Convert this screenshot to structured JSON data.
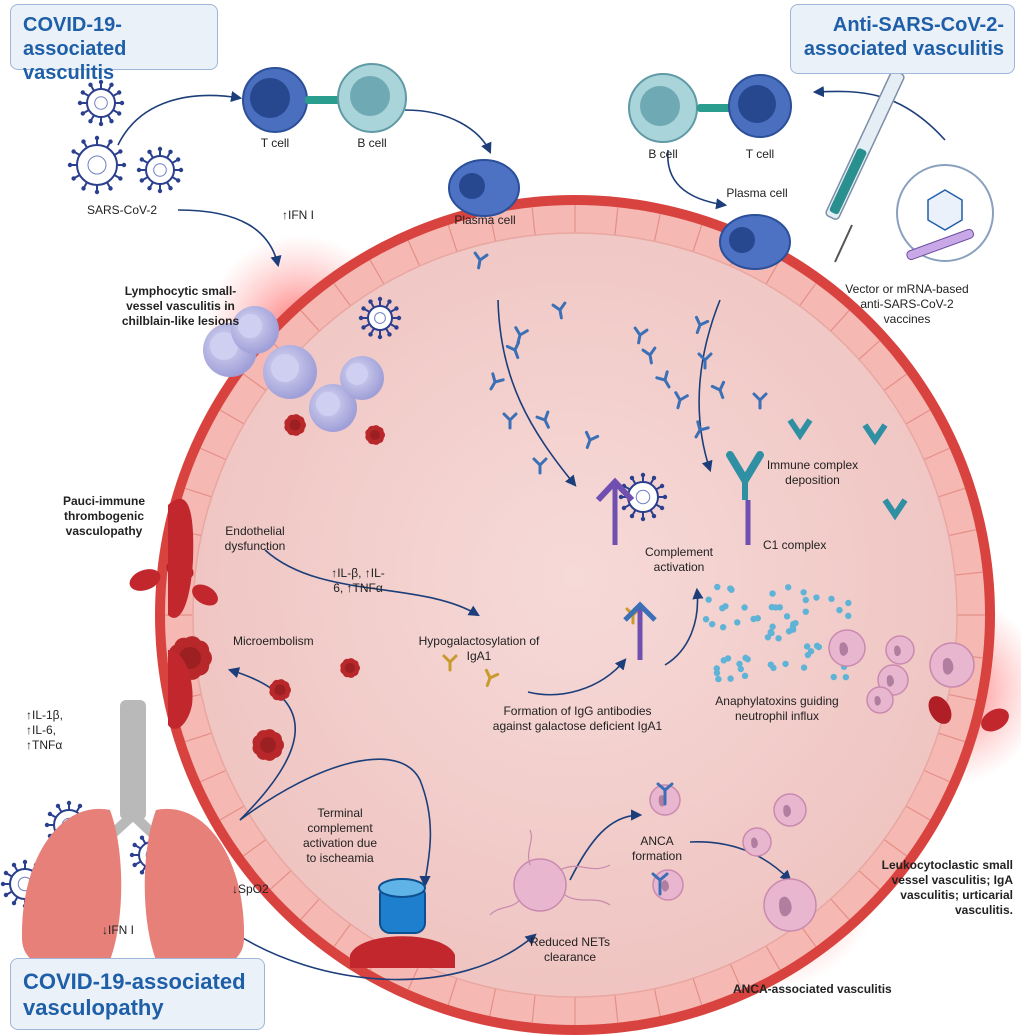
{
  "titles": {
    "covid_vasculitis": "COVID-19-associated vasculitis",
    "anti_sars_vasculitis": "Anti-SARS-CoV-2-associated vasculitis",
    "covid_vasculopathy": "COVID-19-associated vasculopathy"
  },
  "labels": {
    "t_cell_left": "T cell",
    "b_cell_left": "B cell",
    "sars_cov2": "SARS-CoV-2",
    "ifn_up": "↑IFN I",
    "plasma_cell_left": "Plasma cell",
    "b_cell_right": "B cell",
    "t_cell_right": "T cell",
    "plasma_cell_right": "Plasma cell",
    "vaccines": "Vector or mRNA-based anti-SARS-CoV-2 vaccines",
    "lymphocytic": "Lymphocytic small-vessel vasculitis in chilblain-like lesions",
    "pauci": "Pauci-immune thrombogenic vasculopathy",
    "endothelial": "Endothelial dysfunction",
    "cytokines_center": "↑IL-β, ↑IL-6, ↑TNFα",
    "hypogalactosylation": "Hypogalactosylation of IgA1",
    "complement_activation": "Complement activation",
    "immune_complex": "Immune complex deposition",
    "c1_complex": "C1 complex",
    "microembolism": "Microembolism",
    "formation_igg": "Formation of IgG antibodies against galactose deficient IgA1",
    "anaphylatoxins": "Anaphylatoxins guiding neutrophil influx",
    "cytokines_left": "↑IL-1β, ↑IL-6, ↑TNFα",
    "terminal_complement": "Terminal complement activation due to ischeamia",
    "anca_formation": "ANCA formation",
    "spo2": "↓SpO2",
    "ifn_down": "↓IFN I",
    "reduced_nets": "Reduced NETs clearance",
    "leukocytoclastic": "Leukocytoclastic small vessel vasculitis; IgA vasculitis; urticarial vasculitis.",
    "anca_vasculitis": "ANCA-associated vasculitis"
  },
  "colors": {
    "title_text": "#1f5fa8",
    "vessel_lumen": "#f4d2d0",
    "vessel_wall": "#d9433f",
    "endothelium": "#f6b8b2",
    "antibody": "#3b6fb6",
    "arrow": "#1c3e7a",
    "rbc": "#c1272d",
    "neutrophil": "#e8b6cf",
    "lymphocyte": "#b9b9e6",
    "lung": "#e8807a",
    "trachea": "#b9b9b9",
    "anaphylatoxin": "#5fb3d6",
    "inflammation_glow": "#ff4a4a"
  }
}
